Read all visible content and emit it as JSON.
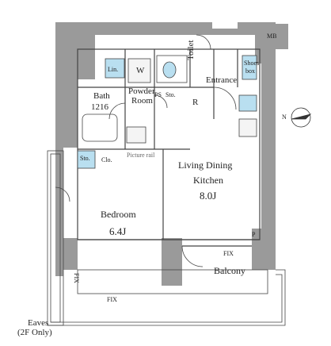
{
  "rooms": {
    "ldk_name_1": "Living Dining",
    "ldk_name_2": "Kitchen",
    "ldk_size": "8.0J",
    "bedroom_name": "Bedroom",
    "bedroom_size": "6.4J",
    "bath_name": "Bath",
    "bath_size": "1216",
    "powder_1": "Powder",
    "powder_2": "Room",
    "toilet": "Toilet",
    "entrance": "Entrance",
    "balcony": "Balcony",
    "eaves_1": "Eaves",
    "eaves_2": "(2F Only)"
  },
  "fixtures": {
    "mb": "MB",
    "lin": "Lin.",
    "w": "W",
    "ps": "PS",
    "sto_1": "Sto.",
    "r": "R",
    "shoes_box_1": "Shoes",
    "shoes_box_2": "box",
    "sto_2": "Sto.",
    "clo": "Clo.",
    "picture_rail": "Picture rail",
    "p": "P",
    "fix_1": "FIX",
    "fix_2": "FIX",
    "fix_3": "FIX"
  },
  "compass": {
    "north": "N"
  },
  "colors": {
    "wall": "#9a9a9a",
    "fixture": "#b9dff0",
    "line": "#444444"
  }
}
